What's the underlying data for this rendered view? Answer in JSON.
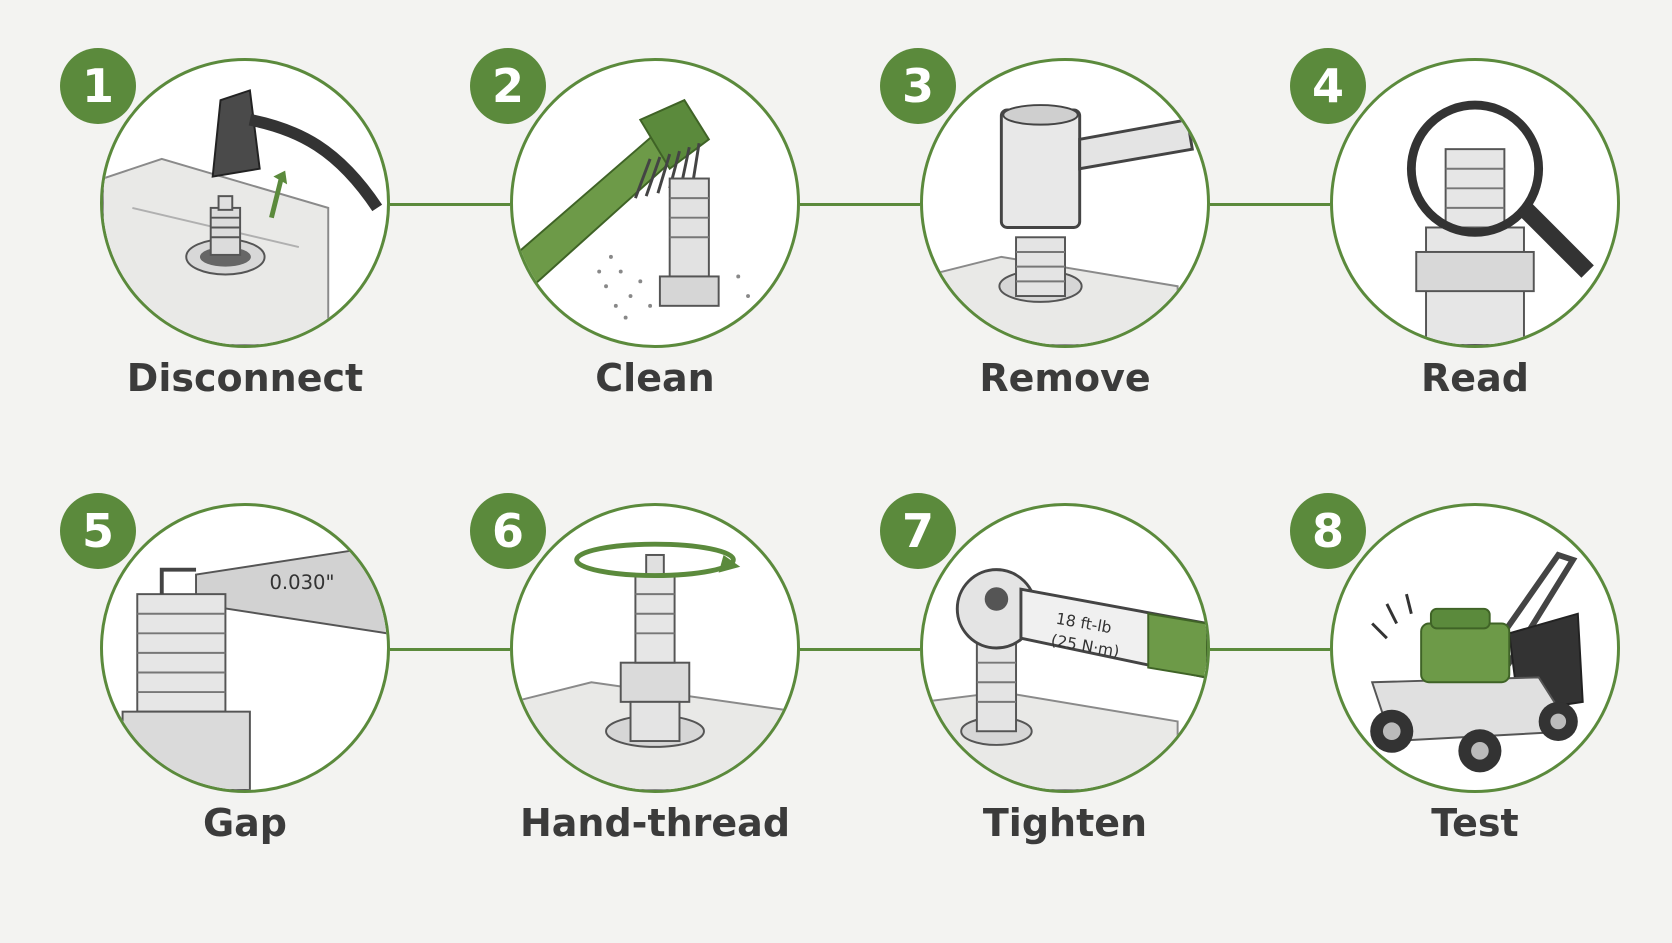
{
  "steps": [
    {
      "number": "1",
      "label": "Disconnect"
    },
    {
      "number": "2",
      "label": "Clean"
    },
    {
      "number": "3",
      "label": "Remove"
    },
    {
      "number": "4",
      "label": "Read"
    },
    {
      "number": "5",
      "label": "Gap",
      "annotation": "0.030\""
    },
    {
      "number": "6",
      "label": "Hand-thread"
    },
    {
      "number": "7",
      "label": "Tighten",
      "annotation_line1": "18 ft-lb",
      "annotation_line2": "(25 N·m)"
    },
    {
      "number": "8",
      "label": "Test"
    }
  ],
  "colors": {
    "accent": "#5b8a3c",
    "background": "#f3f3f1",
    "text": "#3b3b3b"
  }
}
